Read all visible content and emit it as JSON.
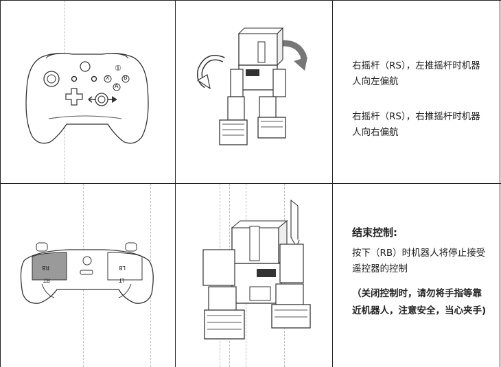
{
  "rows": [
    {
      "controller_marks": {
        "marker": "①",
        "btn_x": "X",
        "btn_b": "B",
        "btn_a": "A"
      },
      "instructions": [
        "右摇杆（RS），左推摇杆时机器人向左偏航",
        "右摇杆（RS），右推摇杆时机器人向右偏航"
      ]
    },
    {
      "controller_marks": {
        "rb": "RB",
        "lb": "LB",
        "rt": "RT",
        "lt": "LT"
      },
      "title": "结束控制:",
      "instruction": "按下（RB）时机器人将停止接受遥控器的控制",
      "warning": "（关闭控制时，请勿将手指等靠近机器人，注意安全，当心夹手)"
    }
  ]
}
